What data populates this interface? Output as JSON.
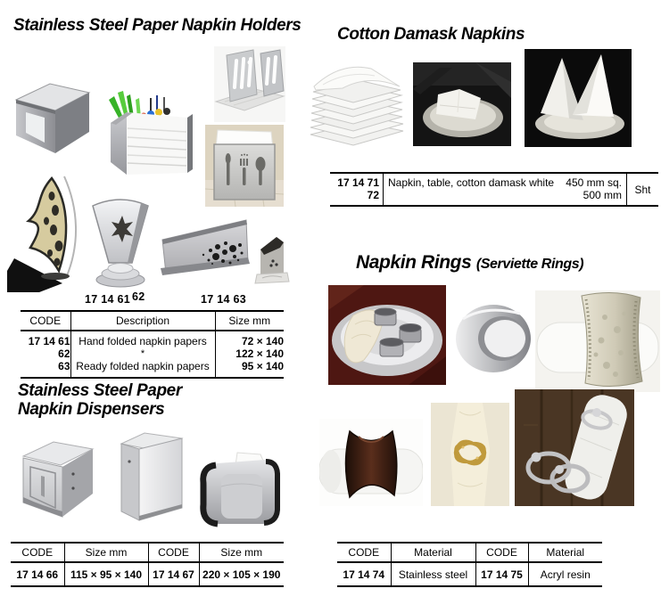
{
  "holders": {
    "title": "Stainless Steel Paper Napkin Holders",
    "photo_codes": {
      "left": "17 14 61",
      "mid": "62",
      "right": "17 14 63"
    },
    "table": {
      "headers": [
        "CODE",
        "Description",
        "Size mm"
      ],
      "rows": [
        [
          "17 14 61",
          "Hand folded napkin papers",
          "72 × 140"
        ],
        [
          "62",
          "*",
          "122 × 140"
        ],
        [
          "63",
          "Ready folded napkin papers",
          "95 × 140"
        ]
      ]
    }
  },
  "dispensers": {
    "title_line1": "Stainless Steel Paper",
    "title_line2": "Napkin Dispensers",
    "table": {
      "headers": [
        "CODE",
        "Size mm",
        "CODE",
        "Size mm"
      ],
      "row": [
        "17 14 66",
        "115 × 95 × 140",
        "17 14 67",
        "220 × 105 × 190"
      ]
    }
  },
  "damask": {
    "title": "Cotton Damask Napkins",
    "table": {
      "code_top": "17 14 71",
      "code_bottom": "72",
      "description": "Napkin, table, cotton damask white",
      "size_top": "450 mm sq.",
      "size_bottom": "500 mm",
      "unit": "Sht"
    }
  },
  "rings": {
    "title": "Napkin Rings",
    "title_suffix": "(Serviette Rings)",
    "table": {
      "headers": [
        "CODE",
        "Material",
        "CODE",
        "Material"
      ],
      "row": [
        "17 14 74",
        "Stainless steel",
        "17 14 75",
        "Acryl resin"
      ]
    }
  }
}
